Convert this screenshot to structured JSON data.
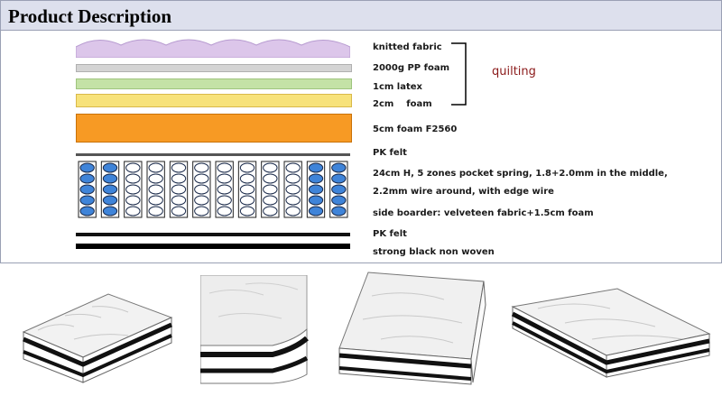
{
  "header": {
    "title": "Product Description"
  },
  "layers": [
    {
      "label": "knitted fabric"
    },
    {
      "label": "2000g PP foam"
    },
    {
      "label": "1cm latex"
    },
    {
      "label": "2cm    foam"
    },
    {
      "label": "5cm foam F2560"
    },
    {
      "label": "PK felt"
    },
    {
      "label": "24cm H, 5 zones pocket spring, 1.8+2.0mm in the middle,"
    },
    {
      "label": "2.2mm wire around, with edge wire"
    },
    {
      "label": "side boarder: velveteen fabric+1.5cm foam"
    },
    {
      "label": "PK felt"
    },
    {
      "label": "strong black non woven"
    }
  ],
  "bracket": {
    "label": "quilting"
  },
  "colors": {
    "knitted": "#dcc6ea",
    "pp_foam": "#d4d4d4",
    "latex": "#c4e2a6",
    "foam2": "#f7e27a",
    "foam5": "#f79a24",
    "spring_blue": "#3f84d9",
    "quilting_text": "#8b1a1a"
  },
  "photos": [
    {
      "name": "mattress-photo-front"
    },
    {
      "name": "mattress-photo-corner"
    },
    {
      "name": "mattress-photo-angle"
    },
    {
      "name": "mattress-photo-side"
    }
  ]
}
